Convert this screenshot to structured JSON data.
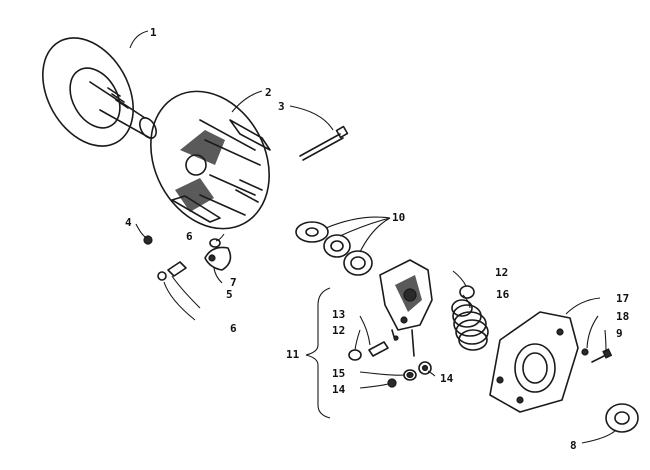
{
  "diagram": {
    "callouts": {
      "c1": "1",
      "c2": "2",
      "c3": "3",
      "c4": "4",
      "c5": "5",
      "c6a": "6",
      "c6b": "6",
      "c7": "7",
      "c8": "8",
      "c9": "9",
      "c10": "10",
      "c11": "11",
      "c12a": "12",
      "c12b": "12",
      "c13": "13",
      "c14a": "14",
      "c14b": "14",
      "c15": "15",
      "c16": "16",
      "c17": "17",
      "c18": "18"
    },
    "colors": {
      "ink": "#1a1a1a",
      "paper": "#ffffff"
    }
  }
}
